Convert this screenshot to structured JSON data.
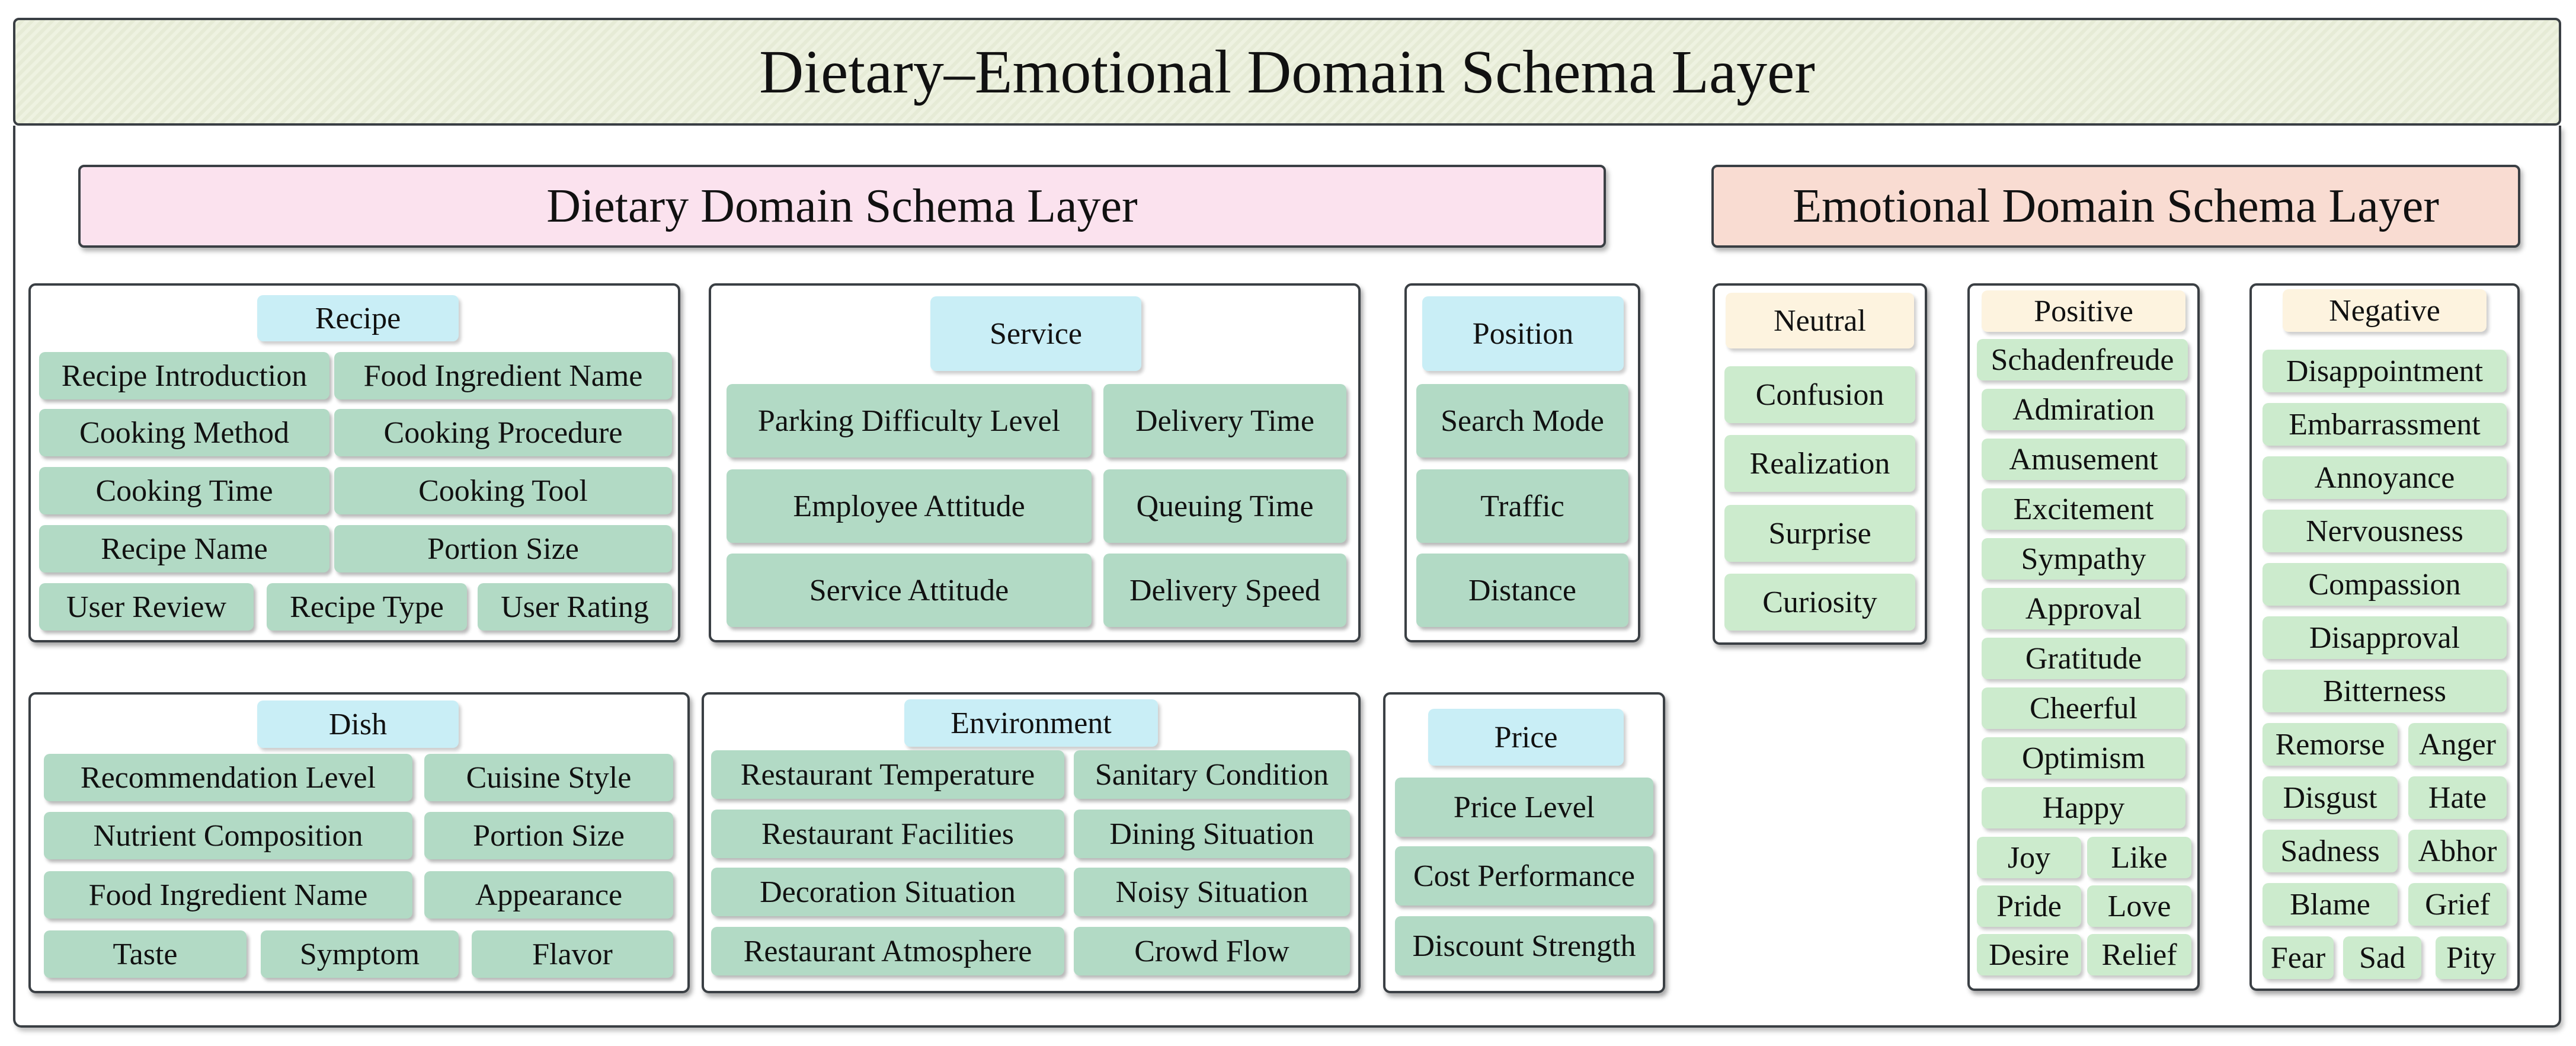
{
  "title": "Dietary–Emotional Domain Schema Layer",
  "dietary": {
    "header": "Dietary Domain Schema Layer",
    "recipe": {
      "label": "Recipe",
      "items": [
        "Recipe Introduction",
        "Food Ingredient Name",
        "Cooking Method",
        "Cooking Procedure",
        "Cooking Time",
        "Cooking Tool",
        "Recipe Name",
        "Portion Size",
        "User Review",
        "Recipe Type",
        "User Rating"
      ]
    },
    "service": {
      "label": "Service",
      "items": [
        "Parking Difficulty Level",
        "Delivery Time",
        "Employee Attitude",
        "Queuing Time",
        "Service Attitude",
        "Delivery Speed"
      ]
    },
    "position": {
      "label": "Position",
      "items": [
        "Search Mode",
        "Traffic",
        "Distance"
      ]
    },
    "dish": {
      "label": "Dish",
      "items": [
        "Recommendation Level",
        "Cuisine Style",
        "Nutrient Composition",
        "Portion Size",
        "Food Ingredient Name",
        "Appearance",
        "Taste",
        "Symptom",
        "Flavor"
      ]
    },
    "environment": {
      "label": "Environment",
      "items": [
        "Restaurant Temperature",
        "Sanitary Condition",
        "Restaurant Facilities",
        "Dining Situation",
        "Decoration Situation",
        "Noisy Situation",
        "Restaurant Atmosphere",
        "Crowd Flow"
      ]
    },
    "price": {
      "label": "Price",
      "items": [
        "Price Level",
        "Cost Performance",
        "Discount Strength"
      ]
    }
  },
  "emotional": {
    "header": "Emotional Domain Schema Layer",
    "neutral": {
      "label": "Neutral",
      "items": [
        "Confusion",
        "Realization",
        "Surprise",
        "Curiosity"
      ]
    },
    "positive": {
      "label": "Positive",
      "items": [
        "Schadenfreude",
        "Admiration",
        "Amusement",
        "Excitement",
        "Sympathy",
        "Approval",
        "Gratitude",
        "Cheerful",
        "Optimism",
        "Happy",
        "Joy",
        "Like",
        "Pride",
        "Love",
        "Desire",
        "Relief"
      ]
    },
    "negative": {
      "label": "Negative",
      "items": [
        "Disappointment",
        "Embarrassment",
        "Annoyance",
        "Nervousness",
        "Compassion",
        "Disapproval",
        "Bitterness",
        "Remorse",
        "Anger",
        "Disgust",
        "Hate",
        "Sadness",
        "Abhor",
        "Blame",
        "Grief",
        "Fear",
        "Sad",
        "Pity"
      ]
    }
  },
  "colors": {
    "title_bg": "#eef2e1",
    "dietary_header_bg": "#fbe2ee",
    "emotional_header_bg": "#f9dcd2",
    "dietary_tag_bg": "#b2dac5",
    "dietary_category_bg": "#c9eef6",
    "emotion_tag_bg": "#ccebcd",
    "emotion_category_bg": "#fdf3df",
    "border": "#3a3f44"
  }
}
